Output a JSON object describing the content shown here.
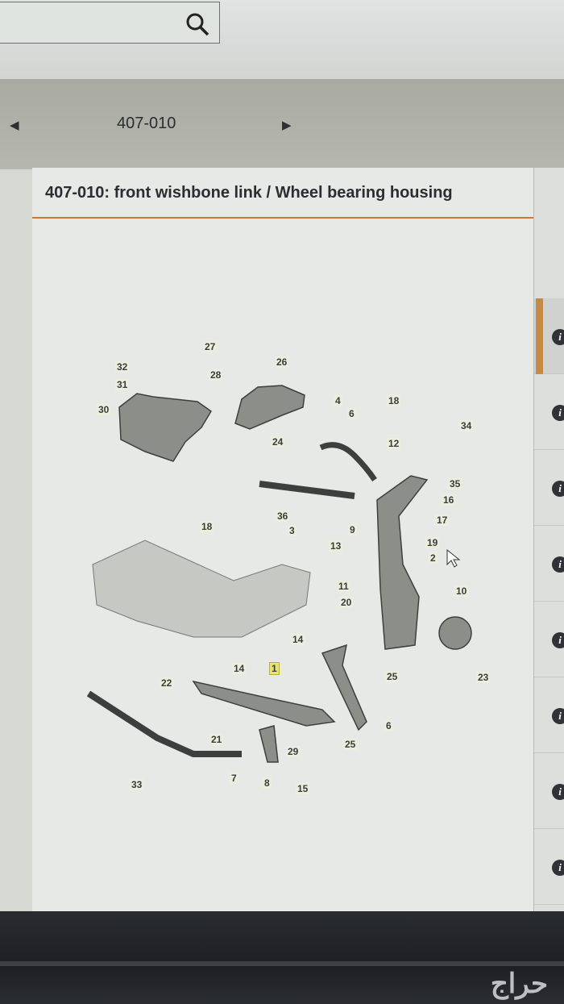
{
  "search": {
    "value": "",
    "icon": "search-icon"
  },
  "nav": {
    "prev_icon": "triangle-left-icon",
    "code": "407-010",
    "next_icon": "triangle-right-icon"
  },
  "panel": {
    "title": "407-010: front wishbone link / Wheel bearing housing"
  },
  "diagram": {
    "callouts": [
      "27",
      "28",
      "26",
      "32",
      "31",
      "30",
      "4",
      "6",
      "18",
      "34",
      "12",
      "24",
      "35",
      "16",
      "17",
      "36",
      "3",
      "18",
      "9",
      "13",
      "19",
      "2",
      "11",
      "20",
      "10",
      "14",
      "14",
      "1",
      "22",
      "25",
      "23",
      "6",
      "21",
      "25",
      "29",
      "7",
      "8",
      "15",
      "33"
    ],
    "highlighted": "1"
  },
  "sidebar": {
    "items": [
      {
        "icon": "info-icon",
        "label": "i",
        "active": true
      },
      {
        "icon": "info-icon",
        "label": "i"
      },
      {
        "icon": "info-icon",
        "label": "i"
      },
      {
        "icon": "info-icon",
        "label": "i"
      },
      {
        "icon": "info-icon",
        "label": "i"
      },
      {
        "icon": "info-icon",
        "label": "i"
      },
      {
        "icon": "info-icon",
        "label": "i"
      },
      {
        "icon": "info-icon",
        "label": "i"
      }
    ]
  },
  "watermark": "حراج",
  "colors": {
    "accent": "#d0763c",
    "highlight": "#e8e36a"
  }
}
